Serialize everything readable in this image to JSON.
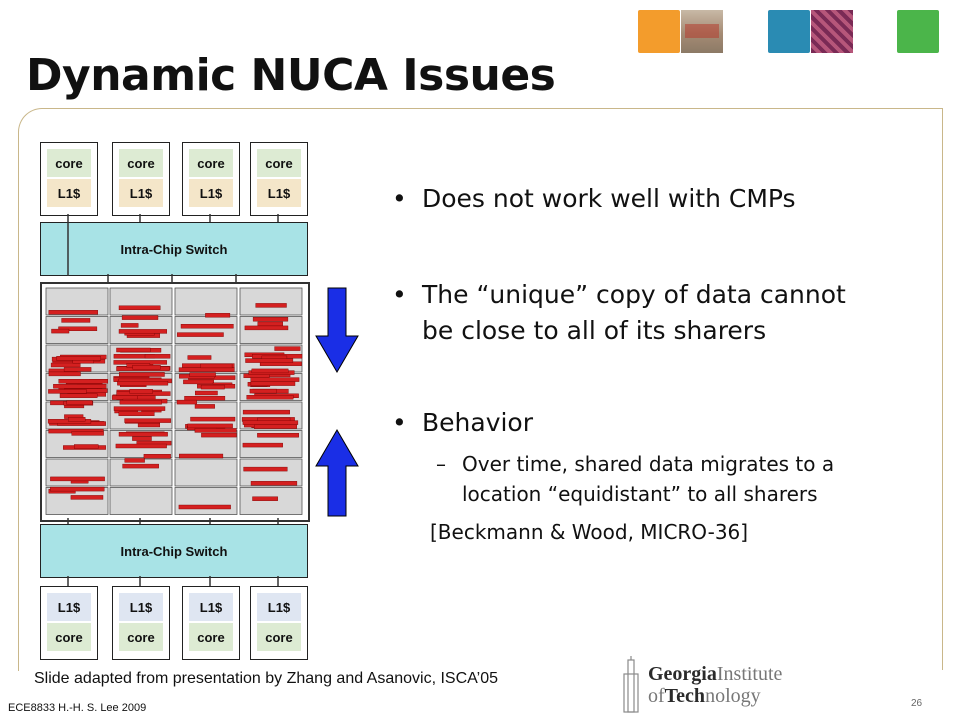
{
  "slide": {
    "title": "Dynamic NUCA Issues",
    "source_note": "Slide adapted from presentation by Zhang and Asanovic, ISCA’05",
    "course": "ECE8833  H.-H. S. Lee  2009",
    "page_number": "26"
  },
  "diagram": {
    "core_label": "core",
    "cache_label": "L1$",
    "switch_label": "Intra-Chip Switch"
  },
  "bullets": [
    {
      "text": "Does not work well with CMPs"
    },
    {
      "text": "The “unique” copy of data cannot",
      "text2": "be close to all of its sharers"
    },
    {
      "text": "Behavior"
    }
  ],
  "sub_bullet": {
    "line1": "Over time, shared data migrates to a",
    "line2": "location “equidistant” to all sharers"
  },
  "citation": "[Beckmann & Wood, MICRO-36]",
  "logo": {
    "text": "Georgia Institute of Technology",
    "line1_bold": "Georgia",
    "line1_rest": "Institute",
    "line2_a": "of",
    "line2_b": "Tech",
    "line2_c": "nology"
  },
  "colors": {
    "arrow_blue": "#1a2ee6",
    "bar_red": "#d42020",
    "switch_cyan": "#a8e3e6",
    "tile_orange": "#f39c2c",
    "tile_blue": "#2a8bb3",
    "tile_green": "#4bb54a"
  }
}
